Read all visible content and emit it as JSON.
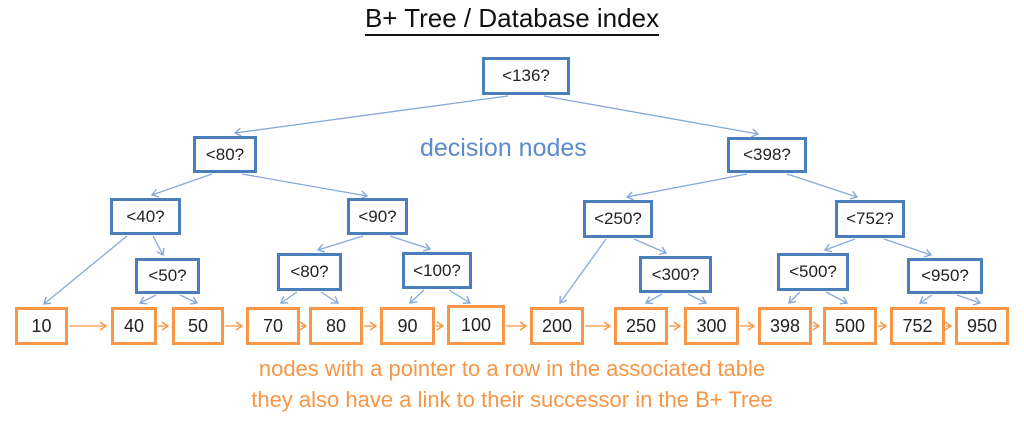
{
  "title": "B+ Tree / Database index",
  "annotations": {
    "decision_nodes_label": "decision nodes",
    "leaf_caption_line1": "nodes with a pointer to a row in the associated table",
    "leaf_caption_line2": "they also have a link to their successor in the B+ Tree"
  },
  "colors": {
    "decision_border_blue": "#4a7ebb",
    "connector_blue": "#85aad8",
    "decision_label_blue": "#5b8bcb",
    "leaf_orange": "#f79646",
    "node_text": "#222222",
    "title_text": "#111111"
  },
  "tree": {
    "decision_nodes": [
      {
        "id": "n136",
        "label": "<136?"
      },
      {
        "id": "n80a",
        "label": "<80?"
      },
      {
        "id": "n398",
        "label": "<398?"
      },
      {
        "id": "n40",
        "label": "<40?"
      },
      {
        "id": "n90",
        "label": "<90?"
      },
      {
        "id": "n250",
        "label": "<250?"
      },
      {
        "id": "n752",
        "label": "<752?"
      },
      {
        "id": "n50",
        "label": "<50?"
      },
      {
        "id": "n80b",
        "label": "<80?"
      },
      {
        "id": "n100",
        "label": "<100?"
      },
      {
        "id": "n300",
        "label": "<300?"
      },
      {
        "id": "n500",
        "label": "<500?"
      },
      {
        "id": "n950",
        "label": "<950?"
      }
    ],
    "leaf_nodes": [
      {
        "id": "l10",
        "label": "10"
      },
      {
        "id": "l40",
        "label": "40"
      },
      {
        "id": "l50",
        "label": "50"
      },
      {
        "id": "l70",
        "label": "70"
      },
      {
        "id": "l80",
        "label": "80"
      },
      {
        "id": "l90",
        "label": "90"
      },
      {
        "id": "l100",
        "label": "100"
      },
      {
        "id": "l200",
        "label": "200"
      },
      {
        "id": "l250",
        "label": "250"
      },
      {
        "id": "l300",
        "label": "300"
      },
      {
        "id": "l398",
        "label": "398"
      },
      {
        "id": "l500",
        "label": "500"
      },
      {
        "id": "l752",
        "label": "752"
      },
      {
        "id": "l950",
        "label": "950"
      }
    ],
    "edges": [
      {
        "from": "n136",
        "to": "n80a"
      },
      {
        "from": "n136",
        "to": "n398"
      },
      {
        "from": "n80a",
        "to": "n40"
      },
      {
        "from": "n80a",
        "to": "n90"
      },
      {
        "from": "n40",
        "to": "l10"
      },
      {
        "from": "n40",
        "to": "n50"
      },
      {
        "from": "n50",
        "to": "l40"
      },
      {
        "from": "n50",
        "to": "l50"
      },
      {
        "from": "n90",
        "to": "n80b"
      },
      {
        "from": "n90",
        "to": "n100"
      },
      {
        "from": "n80b",
        "to": "l70"
      },
      {
        "from": "n80b",
        "to": "l80"
      },
      {
        "from": "n100",
        "to": "l90"
      },
      {
        "from": "n100",
        "to": "l100"
      },
      {
        "from": "n398",
        "to": "n250"
      },
      {
        "from": "n398",
        "to": "n752"
      },
      {
        "from": "n250",
        "to": "l200"
      },
      {
        "from": "n250",
        "to": "n300"
      },
      {
        "from": "n300",
        "to": "l250"
      },
      {
        "from": "n300",
        "to": "l300"
      },
      {
        "from": "n752",
        "to": "n500"
      },
      {
        "from": "n752",
        "to": "n950"
      },
      {
        "from": "n500",
        "to": "l398"
      },
      {
        "from": "n500",
        "to": "l500"
      },
      {
        "from": "n950",
        "to": "l752"
      },
      {
        "from": "n950",
        "to": "l950"
      }
    ],
    "leaf_chain": [
      "10",
      "40",
      "50",
      "70",
      "80",
      "90",
      "100",
      "200",
      "250",
      "300",
      "398",
      "500",
      "752",
      "950"
    ]
  }
}
